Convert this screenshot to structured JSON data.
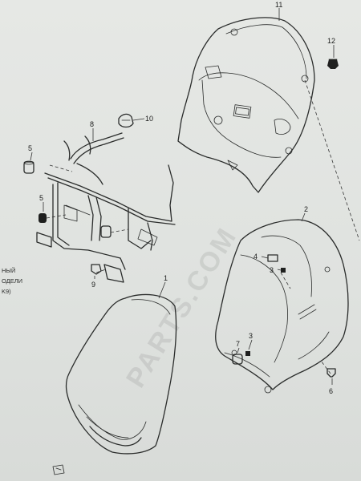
{
  "callouts": {
    "c1": "1",
    "c2": "2",
    "c3a": "3",
    "c3b": "3",
    "c4": "4",
    "c5a": "5",
    "c5b": "5",
    "c6": "6",
    "c7": "7",
    "c8": "8",
    "c9": "9",
    "c10": "10",
    "c11": "11",
    "c12": "12"
  },
  "side_notes": {
    "line1": "НЫЙ",
    "line2": "ОДЕЛИ",
    "line3": "K9)"
  },
  "watermark": "PARTS.COM"
}
